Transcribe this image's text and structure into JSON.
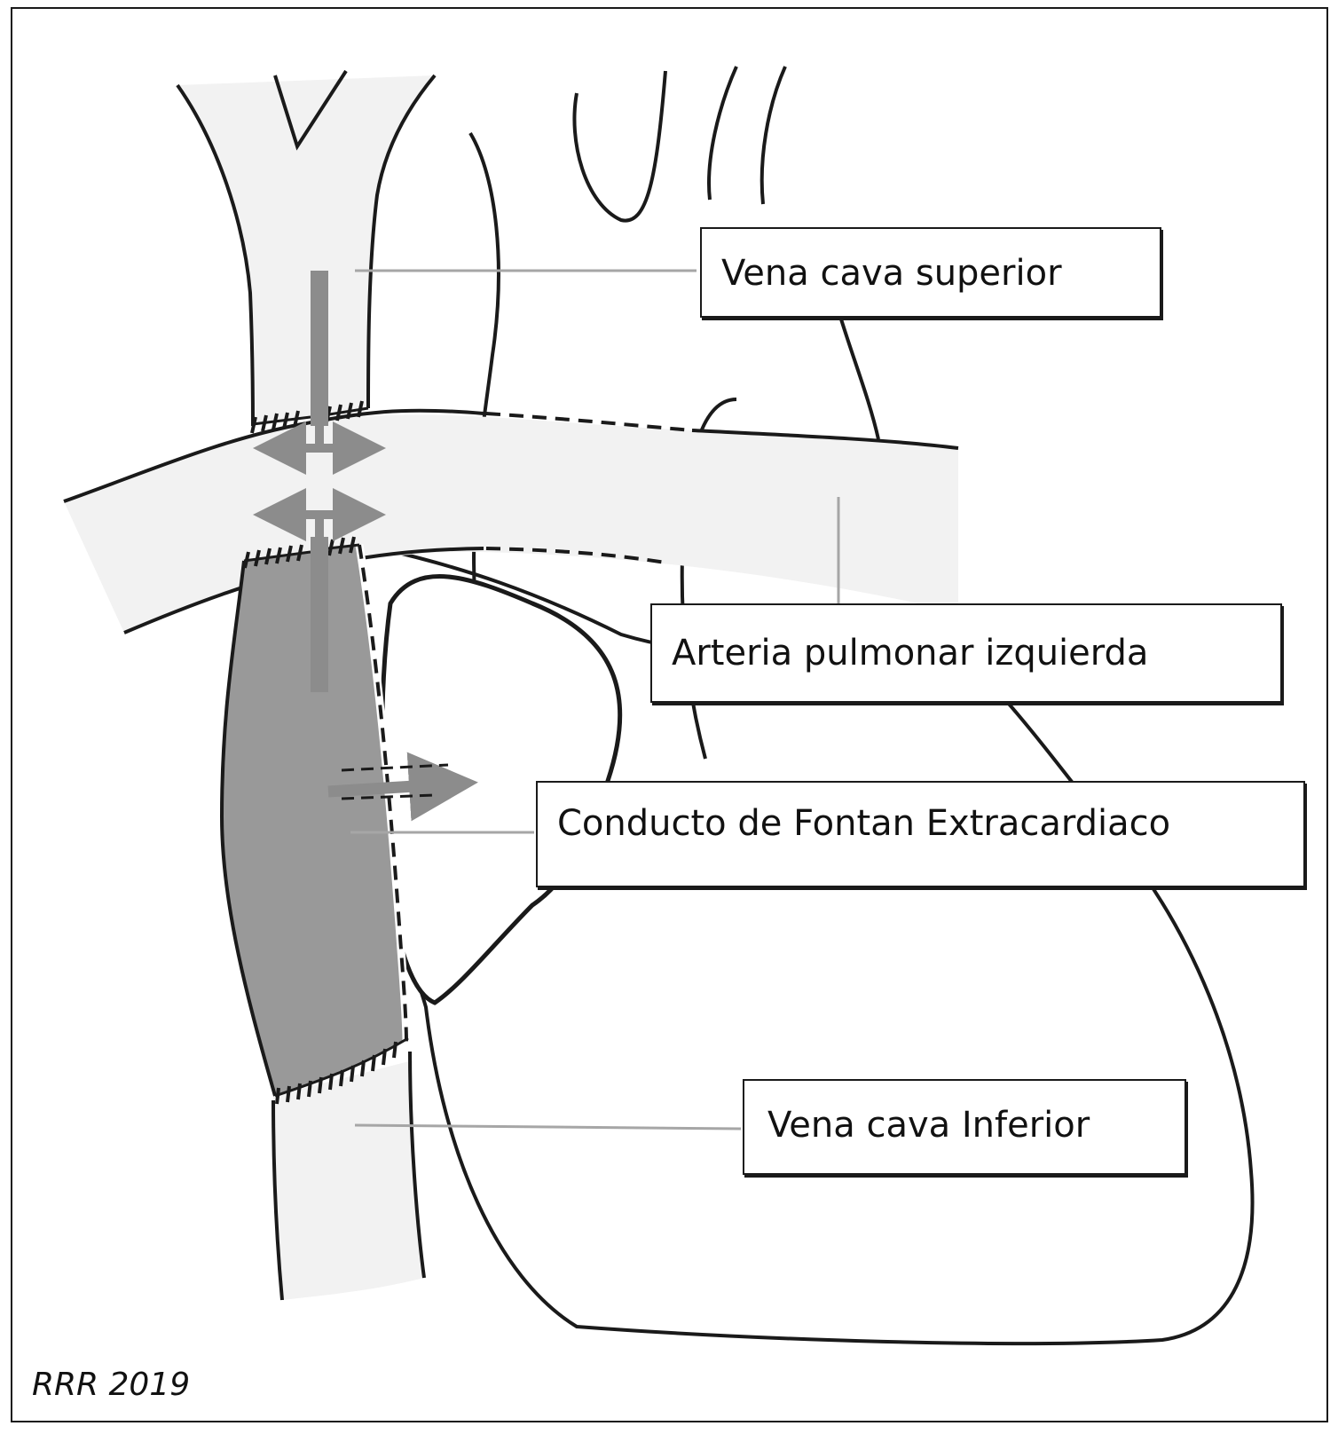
{
  "labels": {
    "svc": "Vena cava superior",
    "lpa": "Arteria pulmonar izquierda",
    "conduit": "Conducto de Fontan Extracardiaco",
    "ivc": "Vena cava Inferior"
  },
  "credit": "RRR 2019",
  "colors": {
    "vessel_fill": "#f2f2f2",
    "conduit_fill": "#999999",
    "arrow": "#8c8c8c",
    "outline": "#1a1a1a",
    "leader": "#a6a6a6"
  }
}
